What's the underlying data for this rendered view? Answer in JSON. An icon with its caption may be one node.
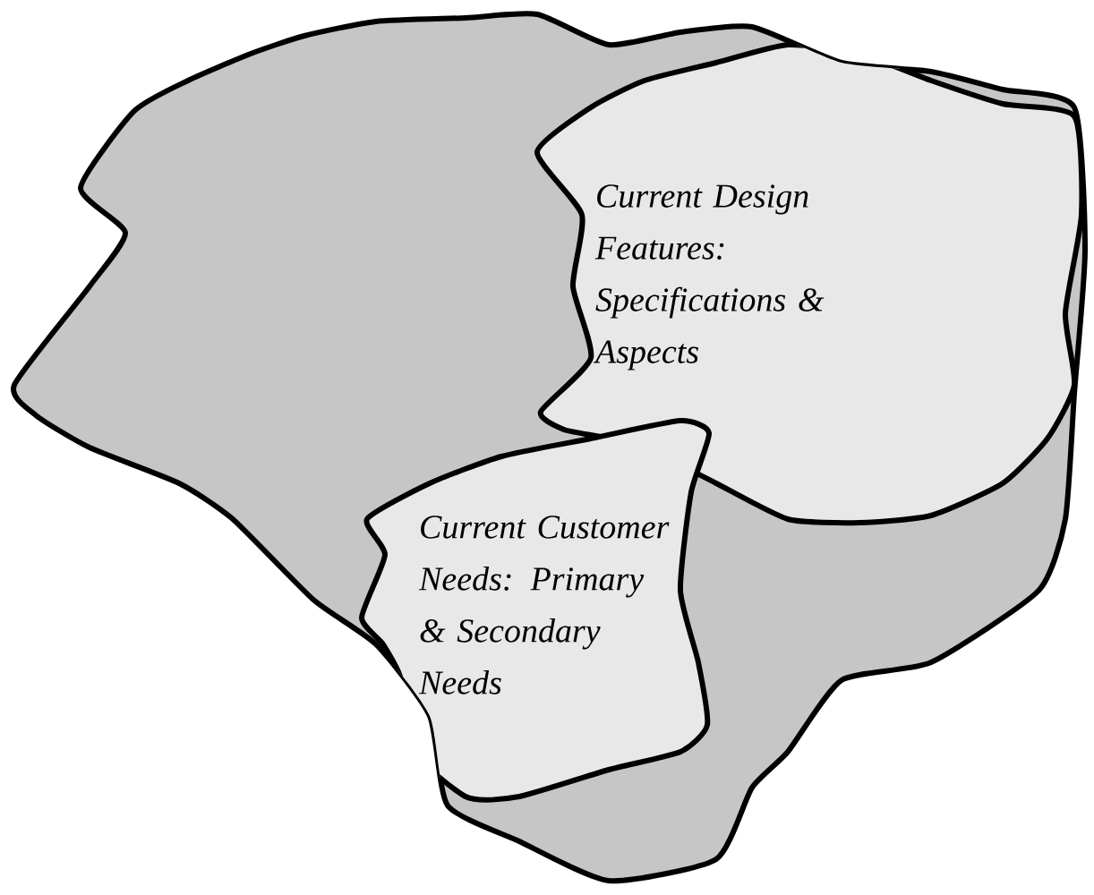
{
  "diagram": {
    "nodes": [
      {
        "text": [],
        "shape": "cloud"
      },
      {
        "text": [
          "Current Design Features: Specifications & Aspects"
        ],
        "in": 0
      },
      {
        "text": [
          "Current Customer Needs: Primary & Secondary Needs"
        ],
        "in": 0
      }
    ]
  }
}
